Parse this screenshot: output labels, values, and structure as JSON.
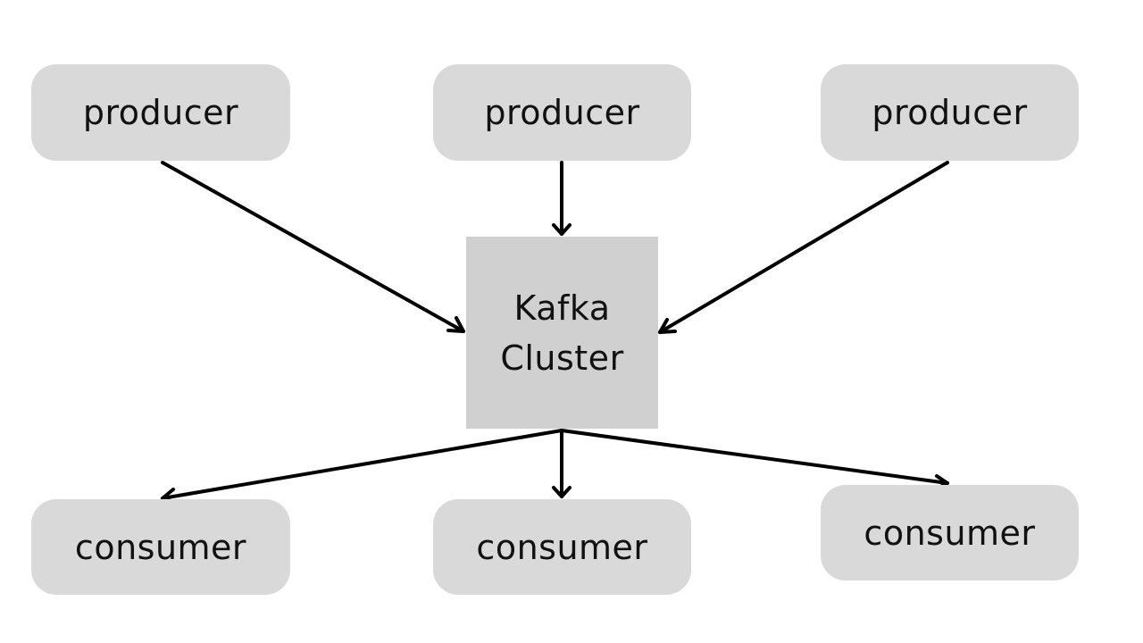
{
  "colors": {
    "node_fill": "#d9d9d9",
    "cluster_fill": "#d0d0d0",
    "edge": "#000000"
  },
  "producers": [
    {
      "label": "producer"
    },
    {
      "label": "producer"
    },
    {
      "label": "producer"
    }
  ],
  "cluster": {
    "line1": "Kafka",
    "line2": "Cluster"
  },
  "consumers": [
    {
      "label": "consumer"
    },
    {
      "label": "consumer"
    },
    {
      "label": "consumer"
    }
  ],
  "edges": [
    {
      "from": "producer-1",
      "to": "kafka-cluster"
    },
    {
      "from": "producer-2",
      "to": "kafka-cluster"
    },
    {
      "from": "producer-3",
      "to": "kafka-cluster"
    },
    {
      "from": "kafka-cluster",
      "to": "consumer-1"
    },
    {
      "from": "kafka-cluster",
      "to": "consumer-2"
    },
    {
      "from": "kafka-cluster",
      "to": "consumer-3"
    }
  ]
}
